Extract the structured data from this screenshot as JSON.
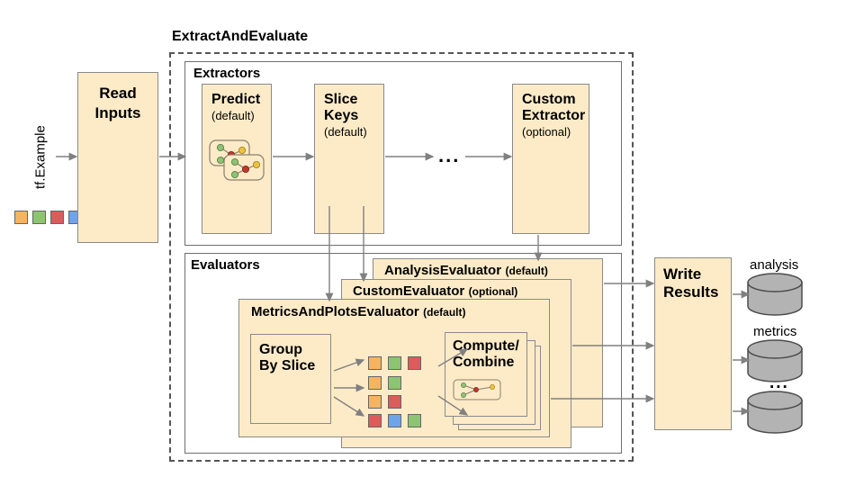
{
  "diagram": {
    "title_label": "ExtractAndEvaluate",
    "input_label": "tf.Example",
    "ellipsis": "...",
    "read_inputs": {
      "line1": "Read",
      "line2": "Inputs"
    },
    "extractors": {
      "section_label": "Extractors",
      "nodes": [
        {
          "name": "Predict",
          "line1": "Predict",
          "line2": "",
          "qualifier": "(default)",
          "icon": "graph-icon"
        },
        {
          "name": "SliceKeys",
          "line1": "Slice",
          "line2": "Keys",
          "qualifier": "(default)",
          "icon": ""
        },
        {
          "name": "CustomExtractor",
          "line1": "Custom",
          "line2": "Extractor",
          "qualifier": "(optional)",
          "icon": ""
        }
      ]
    },
    "evaluators": {
      "section_label": "Evaluators",
      "cards": [
        {
          "title": "AnalysisEvaluator",
          "qualifier": "(default)"
        },
        {
          "title": "CustomEvaluator",
          "qualifier": "(optional)"
        },
        {
          "title": "MetricsAndPlotsEvaluator",
          "qualifier": "(default)"
        }
      ],
      "group_by_slice": {
        "line1": "Group",
        "line2": "By Slice"
      },
      "compute_combine": {
        "line1": "Compute/",
        "line2": "Combine",
        "icon": "graph-icon"
      },
      "slice_rows": [
        [
          "orange",
          "green",
          "red"
        ],
        [
          "orange",
          "green"
        ],
        [
          "orange",
          "red"
        ],
        [
          "red",
          "blue",
          "green"
        ]
      ]
    },
    "write_results": {
      "line1": "Write",
      "line2": "Results"
    },
    "outputs": [
      {
        "label": "analysis",
        "shape": "cylinder"
      },
      {
        "label": "metrics",
        "shape": "cylinder"
      },
      {
        "label": "...",
        "shape": "cylinder"
      }
    ],
    "input_swatches": [
      "orange",
      "green",
      "red",
      "blue"
    ],
    "colors": {
      "box_fill": "#fdebc8",
      "box_stroke": "#8a8a8a",
      "orange": "#f5b460",
      "green": "#8cc472",
      "red": "#dc5b5b",
      "blue": "#6fa3ea",
      "cylinder_fill": "#b3b3b3",
      "arrow": "#808080"
    }
  }
}
